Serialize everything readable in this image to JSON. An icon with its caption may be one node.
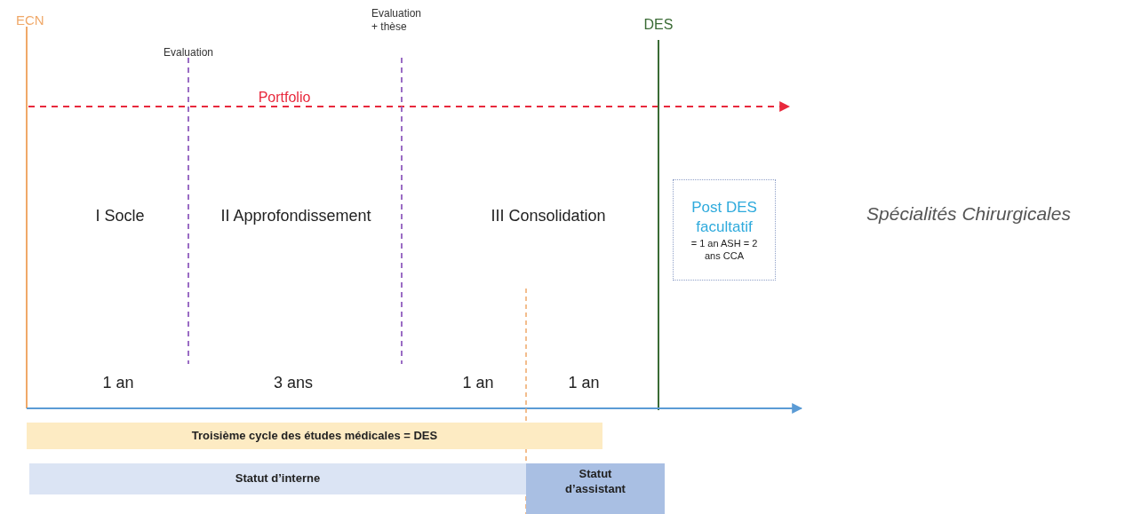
{
  "diagram": {
    "nodes": [
      {
        "text": [
          "Post DES facultatif",
          "= 1 an ASH = 2 ans CCA"
        ]
      },
      {
        "text": [
          "Troisième cycle des études médicales = DES"
        ]
      },
      {
        "text": [
          "Statut d’interne"
        ]
      },
      {
        "text": [
          "Statut d’assistant"
        ]
      }
    ],
    "labels": [
      "ECN",
      "Evaluation",
      "Evaluation + thèse",
      "DES",
      "Portfolio",
      "I Socle",
      "II Approfondissement",
      "III Consolidation",
      "Spécialités Chirurgicales",
      "1 an",
      "3 ans",
      "1 an",
      "1 an"
    ]
  }
}
